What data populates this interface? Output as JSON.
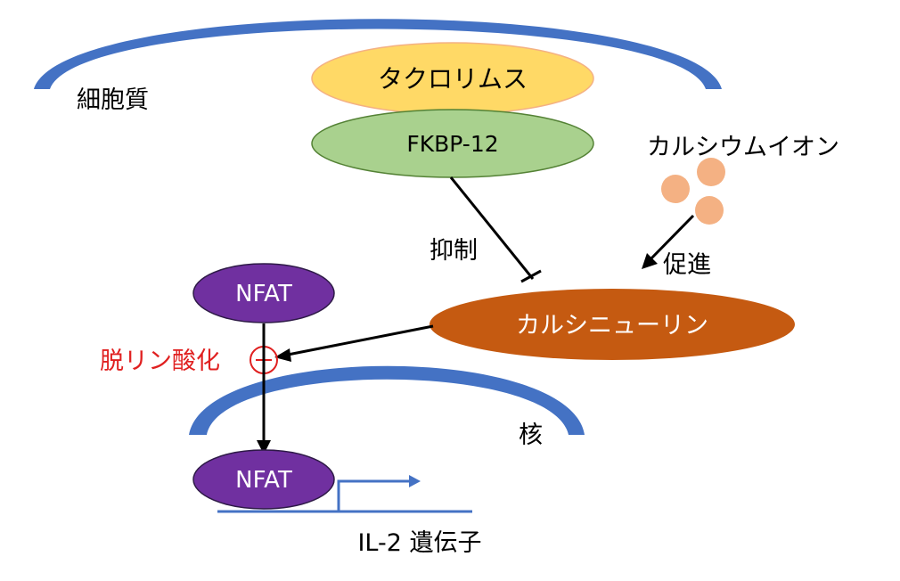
{
  "labels": {
    "cytoplasm": "細胞質",
    "tacrolimus": "タクロリムス",
    "fkbp": "FKBP-12",
    "calcium_ion": "カルシウムイオン",
    "inhibition": "抑制",
    "promotion": "促進",
    "nfat_top": "NFAT",
    "calcineurin": "カルシニューリン",
    "dephosphorylation": "脱リン酸化",
    "nucleus": "核",
    "nfat_bottom": "NFAT",
    "gene": "IL-2 遺伝子"
  },
  "colors": {
    "membrane": "#4472c4",
    "tacrolimus_fill": "#ffd966",
    "tacrolimus_stroke": "#f4b183",
    "fkbp_fill": "#a9d18e",
    "fkbp_stroke": "#548235",
    "calcineurin_fill": "#c55a11",
    "nfat_fill": "#7030a0",
    "nfat_stroke": "#2e1a47",
    "calcium_fill": "#f4b183",
    "dephos_text": "#e02020",
    "line": "#000000",
    "gene_line": "#4472c4",
    "white_text": "#ffffff"
  }
}
